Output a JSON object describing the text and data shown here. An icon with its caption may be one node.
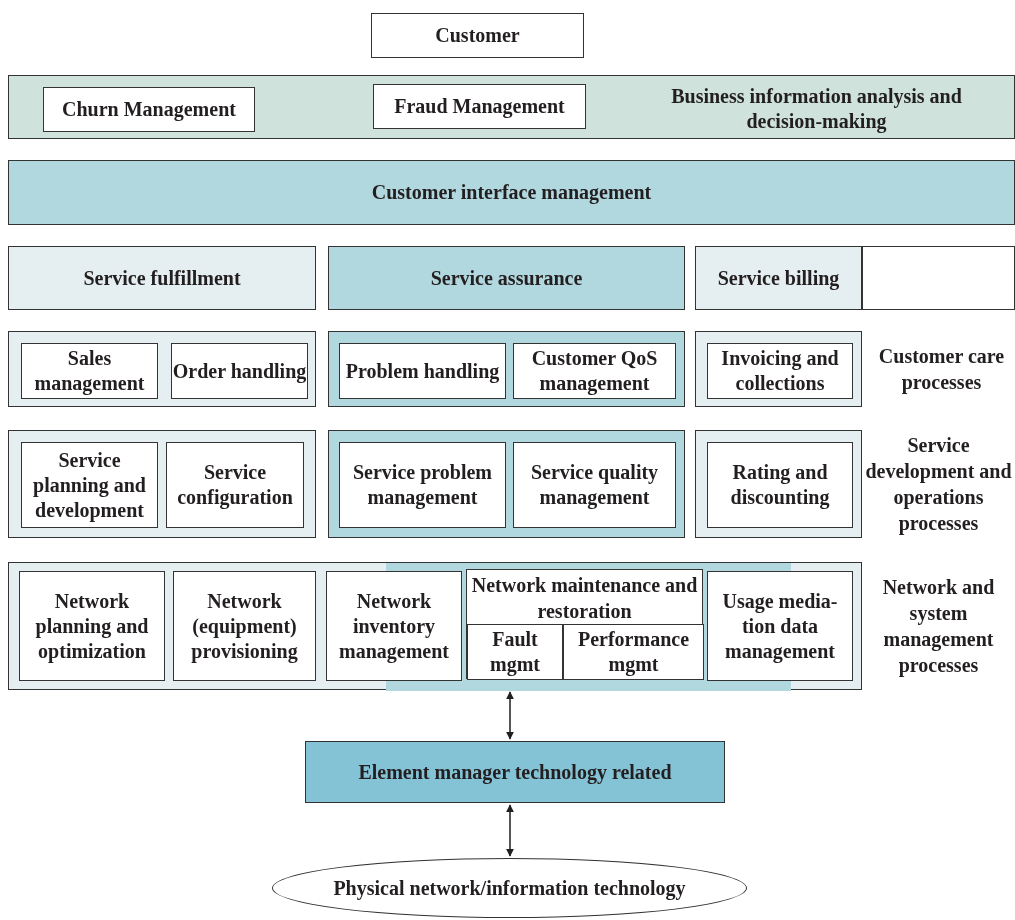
{
  "diagram": {
    "nodes": [
      {
        "text": [
          "Customer"
        ]
      },
      {
        "text": [
          "Business information analysis and decision-making"
        ]
      },
      {
        "text": [
          "Churn Management"
        ],
        "in": 1
      },
      {
        "text": [
          "Fraud Management"
        ],
        "in": 1
      },
      {
        "text": [
          "Customer interface management"
        ]
      },
      {
        "text": [
          "Service fulfillment"
        ]
      },
      {
        "text": [
          "Service assurance"
        ]
      },
      {
        "text": [
          "Service billing"
        ]
      },
      {
        "text": [],
        "shape": "box"
      },
      {
        "text": [],
        "shape": "box"
      },
      {
        "text": [
          "Sales management"
        ],
        "in": 9
      },
      {
        "text": [
          "Order handling"
        ],
        "in": 9
      },
      {
        "text": [],
        "shape": "box"
      },
      {
        "text": [
          "Problem handling"
        ],
        "in": 12
      },
      {
        "text": [
          "Customer QoS management"
        ],
        "in": 12
      },
      {
        "text": [],
        "shape": "box"
      },
      {
        "text": [
          "Invoicing and collections"
        ],
        "in": 15
      },
      {
        "text": [],
        "shape": "box"
      },
      {
        "text": [
          "Service planning and development"
        ],
        "in": 17
      },
      {
        "text": [
          "Service configuration"
        ],
        "in": 17
      },
      {
        "text": [],
        "shape": "box"
      },
      {
        "text": [
          "Service problem management"
        ],
        "in": 20
      },
      {
        "text": [
          "Service quality management"
        ],
        "in": 20
      },
      {
        "text": [],
        "shape": "box"
      },
      {
        "text": [
          "Rating and discounting"
        ],
        "in": 23
      },
      {
        "text": [],
        "shape": "box"
      },
      {
        "text": [],
        "shape": "box",
        "in": 25
      },
      {
        "text": [
          "Network planning and optimization"
        ],
        "in": 25
      },
      {
        "text": [
          "Network (equipment) provisioning"
        ],
        "in": 25
      },
      {
        "text": [
          "Network inventory management"
        ],
        "in": 25
      },
      {
        "text": [
          "Network maintenance and restoration"
        ],
        "in": 26
      },
      {
        "text": [
          "Fault mgmt"
        ],
        "in": 30
      },
      {
        "text": [
          "Performance mgmt"
        ],
        "in": 30
      },
      {
        "text": [
          "Usage media-tion data management"
        ],
        "in": 25
      },
      {
        "text": [
          "Element manager technology related"
        ]
      },
      {
        "text": [
          "Physical network/information technology"
        ]
      }
    ],
    "edges": [
      {
        "from": 26,
        "to": 34,
        "arrow": "both"
      },
      {
        "from": 34,
        "to": 35,
        "arrow": "both"
      }
    ],
    "labels": [
      "Customer care processes",
      "Service development and operations processes",
      "Network and system management processes"
    ]
  }
}
